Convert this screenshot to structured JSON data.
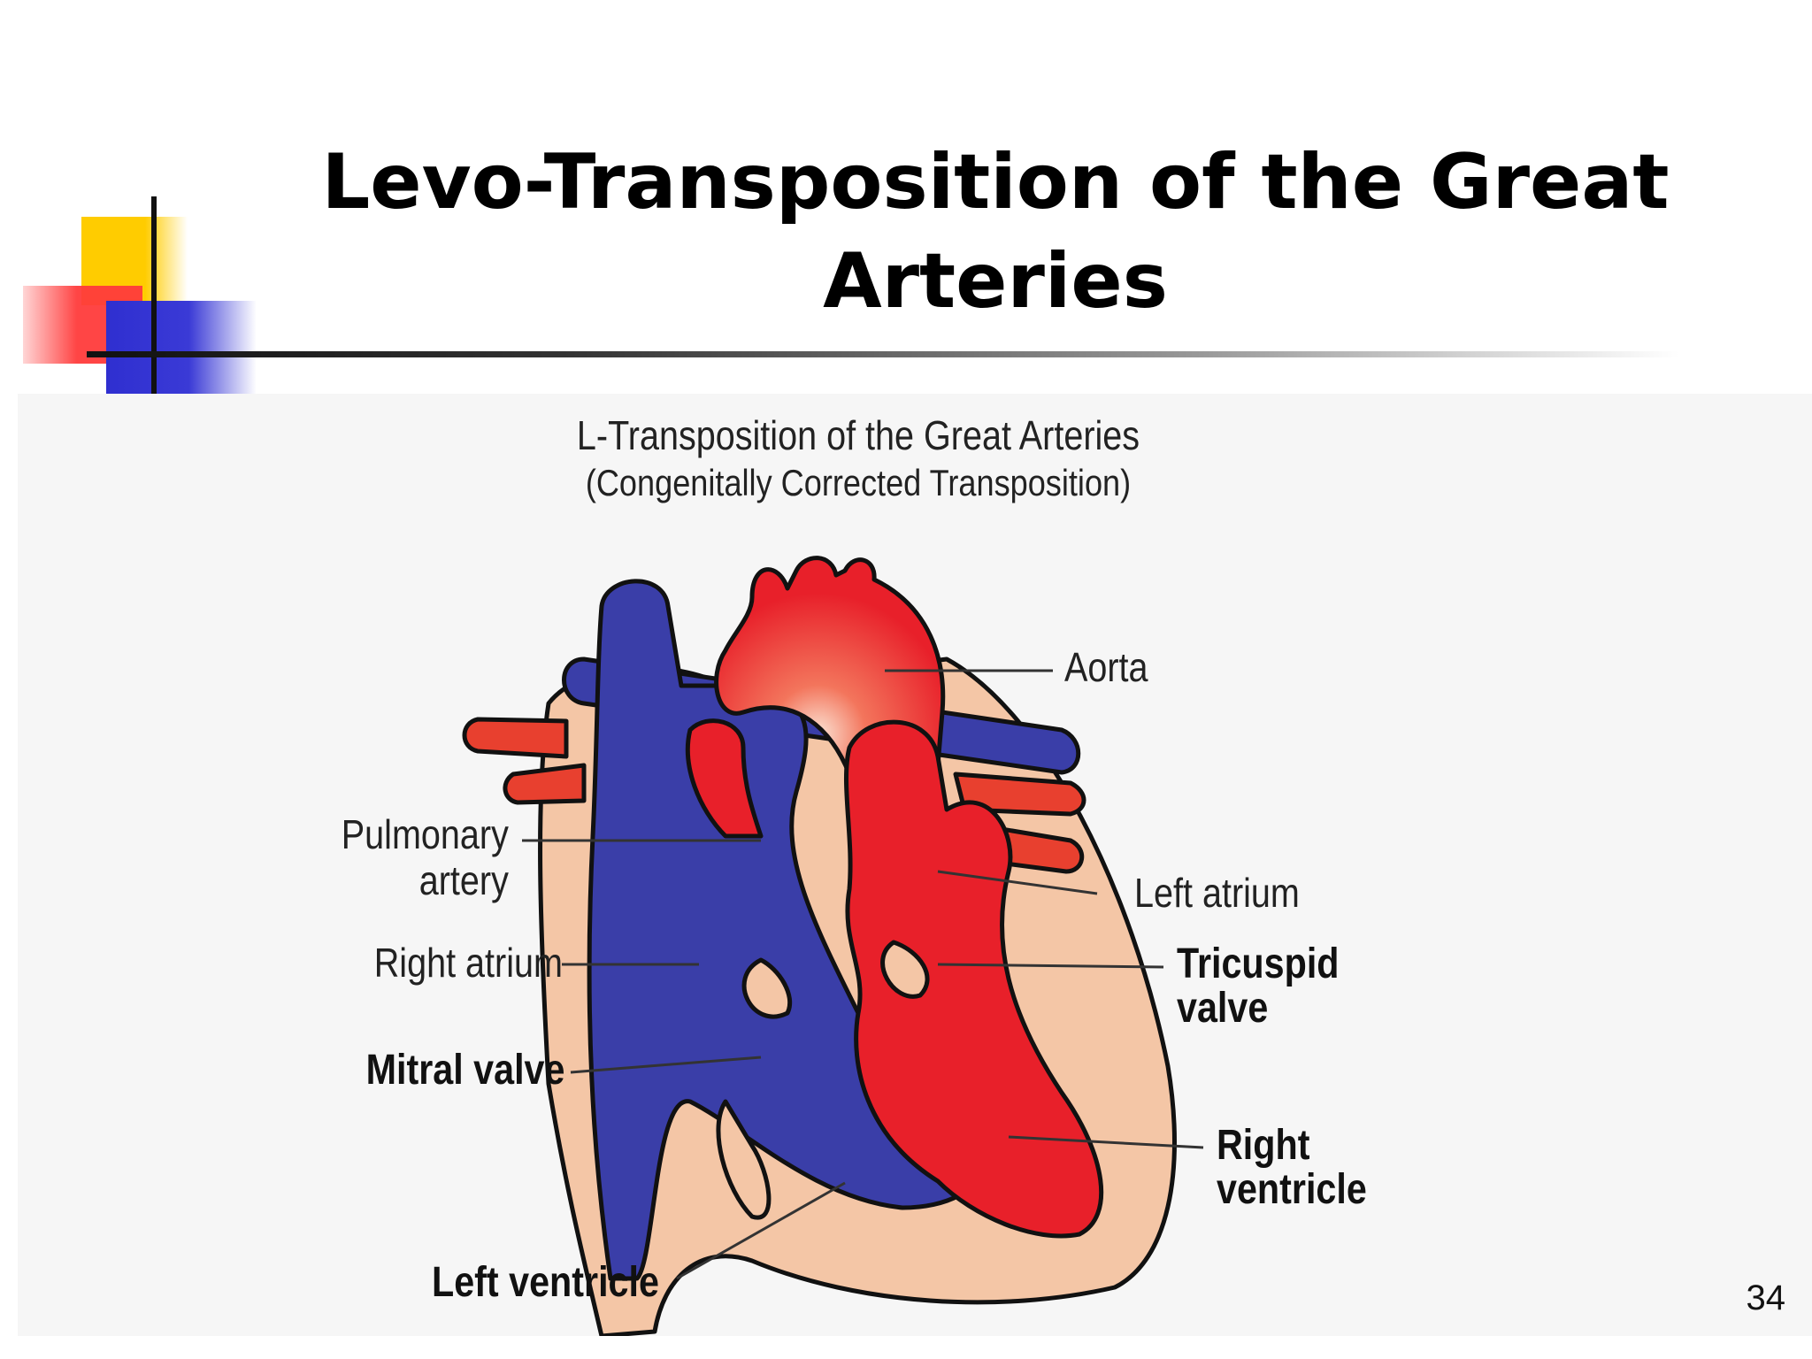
{
  "slide": {
    "title": "Levo-Transposition of the Great Arteries",
    "page_number": "34"
  },
  "figure": {
    "title": "L-Transposition of the Great Arteries",
    "subtitle": "(Congenitally Corrected Transposition)",
    "labels": {
      "aorta": "Aorta",
      "pulmonary_artery": "Pulmonary\nartery",
      "left_atrium": "Left atrium",
      "right_atrium": "Right atrium",
      "tricuspid_valve": "Tricuspid\nvalve",
      "mitral_valve": "Mitral valve",
      "right_ventricle": "Right\nventricle",
      "left_ventricle": "Left ventricle"
    }
  },
  "colors": {
    "oxygenated": "#e8202a",
    "deoxygenated": "#3a3ea8",
    "myocardium": "#f4c6a6",
    "outline": "#111111"
  }
}
